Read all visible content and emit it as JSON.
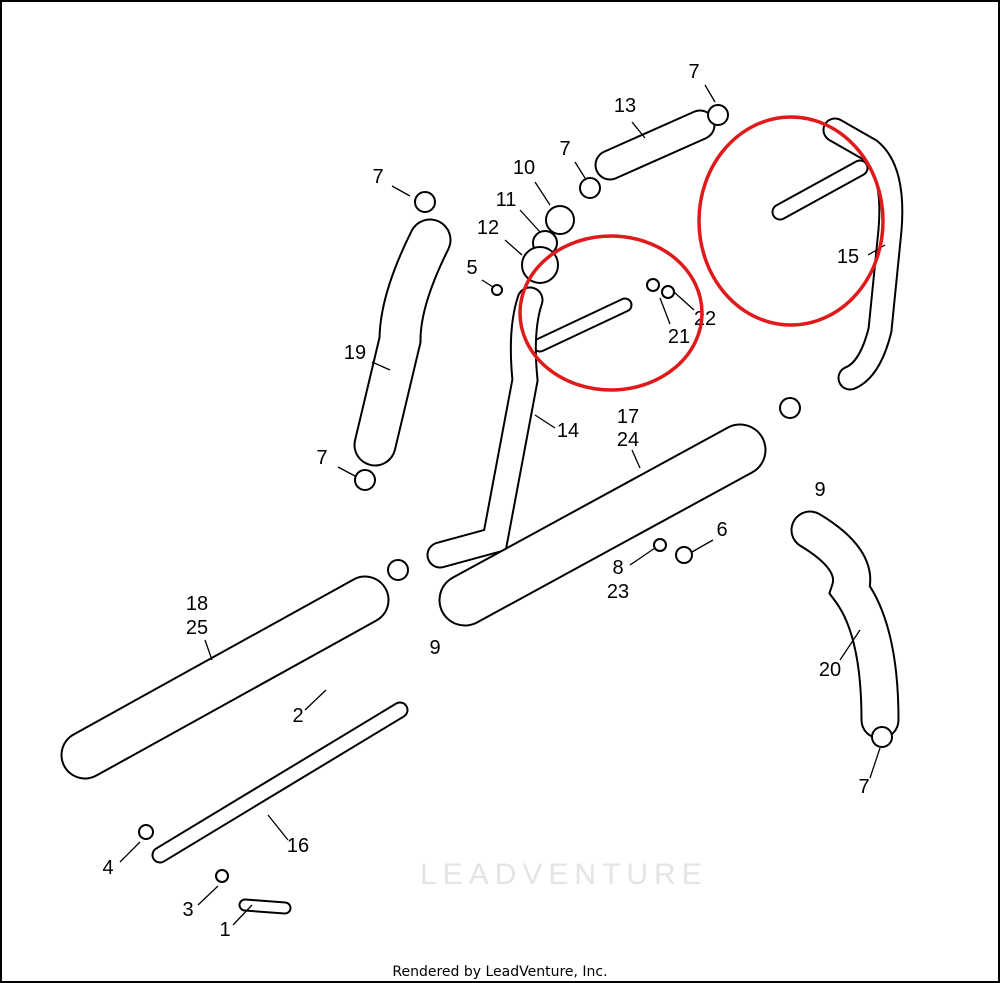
{
  "diagram": {
    "callouts": [
      "7",
      "13",
      "7",
      "10",
      "11",
      "12",
      "5",
      "7",
      "19",
      "14",
      "17",
      "24",
      "15",
      "22",
      "21",
      "7",
      "9",
      "6",
      "8",
      "23",
      "18",
      "25",
      "9",
      "2",
      "20",
      "7",
      "16",
      "4",
      "3",
      "1"
    ],
    "watermark": "LEADVENTURE",
    "footer": "Rendered by LeadVenture, Inc.",
    "highlight_color": "#e01a1a"
  }
}
